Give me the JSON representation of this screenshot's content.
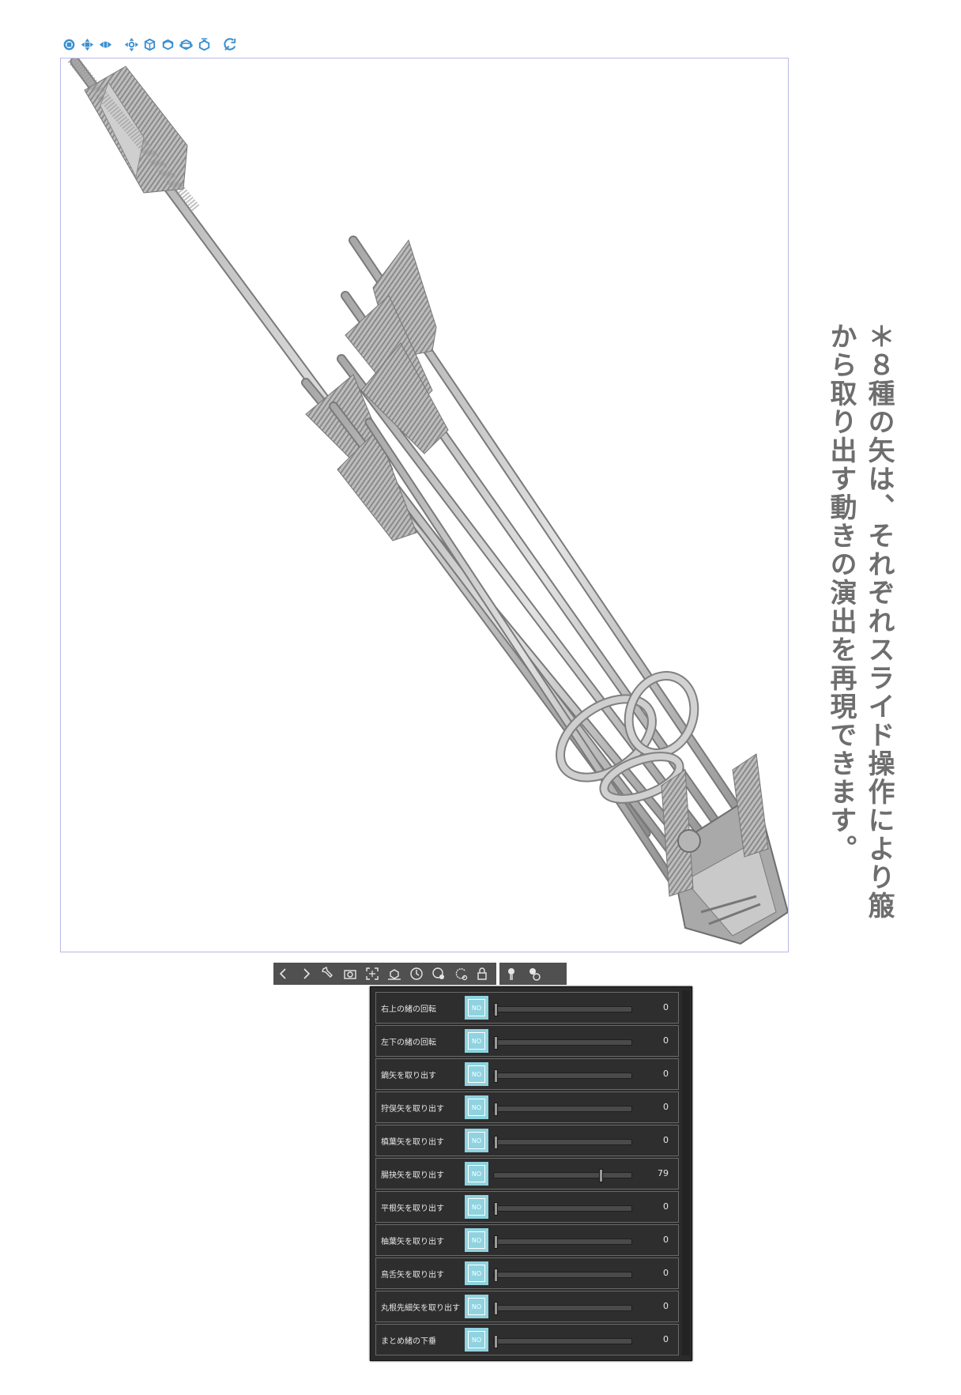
{
  "top_toolbar": {
    "icons": [
      "rotate-camera-icon",
      "pan-camera-icon",
      "dolly-camera-icon",
      "move-object-icon",
      "rotate-object-icon",
      "rotate-object-alt-icon",
      "scale-object-icon",
      "flip-object-icon",
      "reset-camera-icon"
    ],
    "accent": "#3a8fd0"
  },
  "caption": "＊８種の矢は、それぞれスライド操作により箙から取り出す動きの演出を再現できます。",
  "bottom_toolbar": {
    "icons": [
      "prev-icon",
      "next-icon",
      "wrench-icon",
      "camera-icon",
      "fit-icon",
      "ground-icon",
      "clock-icon",
      "object-settings-icon",
      "rotate-reset-icon",
      "lock-icon",
      "pose-icon",
      "pose-settings-icon"
    ]
  },
  "panel": {
    "thumb_label": "NO",
    "rows": [
      {
        "label": "右上の緒の回転",
        "value": 0
      },
      {
        "label": "左下の緒の回転",
        "value": 0
      },
      {
        "label": "鏑矢を取り出す",
        "value": 0
      },
      {
        "label": "狩俣矢を取り出す",
        "value": 0
      },
      {
        "label": "槙葉矢を取り出す",
        "value": 0
      },
      {
        "label": "腸抉矢を取り出す",
        "value": 79
      },
      {
        "label": "平根矢を取り出す",
        "value": 0
      },
      {
        "label": "柚葉矢を取り出す",
        "value": 0
      },
      {
        "label": "鳥舌矢を取り出す",
        "value": 0
      },
      {
        "label": "丸根先細矢を取り出す",
        "value": 0
      },
      {
        "label": "まとめ緒の下垂",
        "value": 0
      }
    ],
    "slider_max": 100
  }
}
